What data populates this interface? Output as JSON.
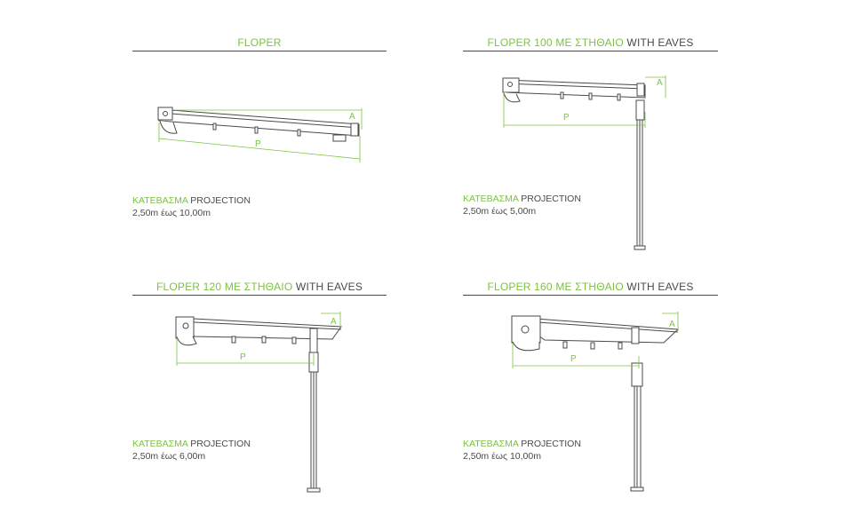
{
  "panels": [
    {
      "title_green": "FLOPER",
      "title_dark": "",
      "caption_green": "ΚΑΤΕΒΑΣΜΑ",
      "caption_dark": " PROJECTION",
      "range": "2,50m έως 10,00m",
      "dim_a": "A",
      "dim_p": "P"
    },
    {
      "title_green": "FLOPER 100 ΜΕ ΣΤΗΘΑΙΟ",
      "title_dark": " WITH EAVES",
      "caption_green": "ΚΑΤΕΒΑΣΜΑ",
      "caption_dark": " PROJECTION",
      "range": "2,50m έως 5,00m",
      "dim_a": "A",
      "dim_p": "P"
    },
    {
      "title_green": "FLOPER 120 ΜΕ ΣΤΗΘΑΙΟ",
      "title_dark": " WITH EAVES",
      "caption_green": "ΚΑΤΕΒΑΣΜΑ",
      "caption_dark": " PROJECTION",
      "range": "2,50m έως 6,00m",
      "dim_a": "A",
      "dim_p": "P"
    },
    {
      "title_green": "FLOPER 160 ΜΕ ΣΤΗΘΑΙΟ",
      "title_dark": " WITH EAVES",
      "caption_green": "ΚΑΤΕΒΑΣΜΑ",
      "caption_dark": " PROJECTION",
      "range": "2,50m έως 10,00m",
      "dim_a": "A",
      "dim_p": "P"
    }
  ],
  "colors": {
    "accent": "#7cc242",
    "line": "#4a4a4a"
  }
}
